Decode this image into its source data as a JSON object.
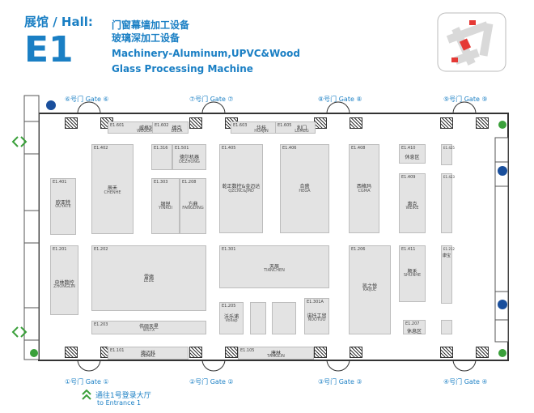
{
  "header": {
    "hall_prefix": "展馆 / Hall:",
    "hall_id": "E1",
    "cn_line1": "门窗幕墙加工设备",
    "cn_line2": "玻璃深加工设备",
    "en_line1": "Machinery-Aluminum,UPVC&Wood",
    "en_line2": "Glass Processing Machine"
  },
  "gates_top": [
    {
      "label": "⑥号门 Gate ⑥"
    },
    {
      "label": "⑦号门 Gate ⑦"
    },
    {
      "label": "⑧号门 Gate ⑧"
    },
    {
      "label": "⑨号门 Gate ⑨"
    }
  ],
  "gates_bottom": [
    {
      "label": "①号门 Gate ①"
    },
    {
      "label": "②号门 Gate ②"
    },
    {
      "label": "③号门 Gate ③"
    },
    {
      "label": "④号门 Gate ④"
    }
  ],
  "entrance": {
    "cn": "通往1号登录大厅",
    "en": "to Entrance 1"
  },
  "booths": [
    {
      "id": "E1.601",
      "cn": "威格玛",
      "en": "WEGOMA"
    },
    {
      "id": "E1.602",
      "cn": "德克",
      "en": "DECA"
    },
    {
      "id": "E1.603",
      "cn": "华技",
      "en": "HUAJIN"
    },
    {
      "id": "E1.605",
      "cn": "利门",
      "en": "LUMEG"
    },
    {
      "id": "E1.402",
      "cn": "辰禾",
      "en": "CHENHE"
    },
    {
      "id": "E1.316",
      "cn": "",
      "en": ""
    },
    {
      "id": "E1.501",
      "cn": "德尔机器",
      "en": "DEZHONG"
    },
    {
      "id": "E1.405",
      "cn": "乾正数控&金迈达",
      "en": "QZCNC&JMD"
    },
    {
      "id": "E1.406",
      "cn": "合盛",
      "en": "HEGA"
    },
    {
      "id": "E1.408",
      "cn": "西格玛",
      "en": "CGMA"
    },
    {
      "id": "E1.410",
      "cn": "休息区",
      "en": ""
    },
    {
      "id": "E1.425",
      "cn": "",
      "en": ""
    },
    {
      "id": "E1.401",
      "cn": "欧亚特",
      "en": "OUYATE"
    },
    {
      "id": "E1.303",
      "cn": "银锐",
      "en": "YINRUI"
    },
    {
      "id": "E1.208",
      "cn": "方鼎",
      "en": "FANGDING"
    },
    {
      "id": "E1.409",
      "cn": "惠克",
      "en": "WEIKE"
    },
    {
      "id": "E1.423",
      "cn": "",
      "en": ""
    },
    {
      "id": "E1.201",
      "cn": "中林数控",
      "en": "ZHONGLIN"
    },
    {
      "id": "E1.202",
      "cn": "雷德",
      "en": "LEDE"
    },
    {
      "id": "E1.301",
      "cn": "天辰",
      "en": "TIANCHEN"
    },
    {
      "id": "E1.206",
      "cn": "凯之悦",
      "en": "KAIJUE"
    },
    {
      "id": "E1.411",
      "cn": "顺禾",
      "en": "SHUNHE"
    },
    {
      "id": "E1.212",
      "cn": "康宝",
      "en": ""
    },
    {
      "id": "E1.205",
      "cn": "沃乐浦",
      "en": "Vollap"
    },
    {
      "id": "E1.301A",
      "cn": "诺托工贸",
      "en": "NUOTUO"
    },
    {
      "id": "E1.207",
      "cn": "休息区",
      "en": ""
    },
    {
      "id": "E1.203",
      "cn": "伟硕天星",
      "en": "WSTX"
    },
    {
      "id": "E1.101",
      "cn": "德迈科",
      "en": "DEMAC"
    },
    {
      "id": "E1.105",
      "cn": "唐林",
      "en": "TANGLIN"
    }
  ]
}
